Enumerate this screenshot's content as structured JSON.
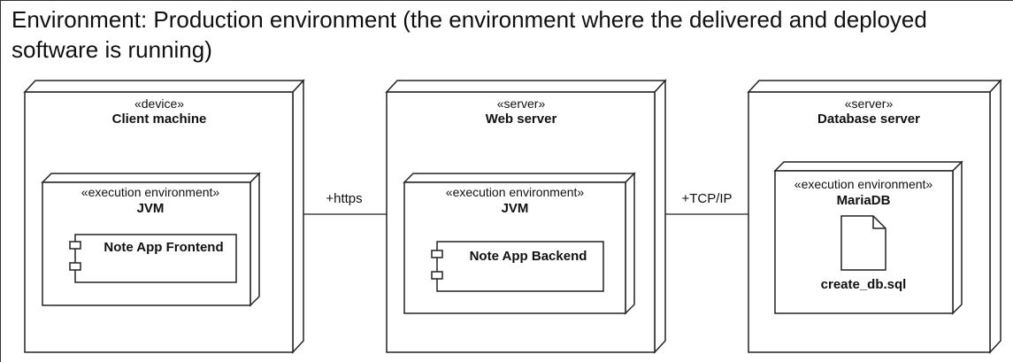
{
  "title": "Environment: Production environment (the environment where the delivered and deployed software is running)",
  "nodes": {
    "client": {
      "stereotype": "«device»",
      "name": "Client machine",
      "env": {
        "stereotype": "«execution environment»",
        "name": "JVM",
        "component": "Note App Frontend"
      }
    },
    "web": {
      "stereotype": "«server»",
      "name": "Web server",
      "env": {
        "stereotype": "«execution environment»",
        "name": "JVM",
        "component": "Note App Backend"
      }
    },
    "db": {
      "stereotype": "«server»",
      "name": "Database server",
      "env": {
        "stereotype": "«execution environment»",
        "name": "MariaDB",
        "artifact": "create_db.sql"
      }
    }
  },
  "connections": {
    "client_web": "+https",
    "web_db": "+TCP/IP"
  }
}
